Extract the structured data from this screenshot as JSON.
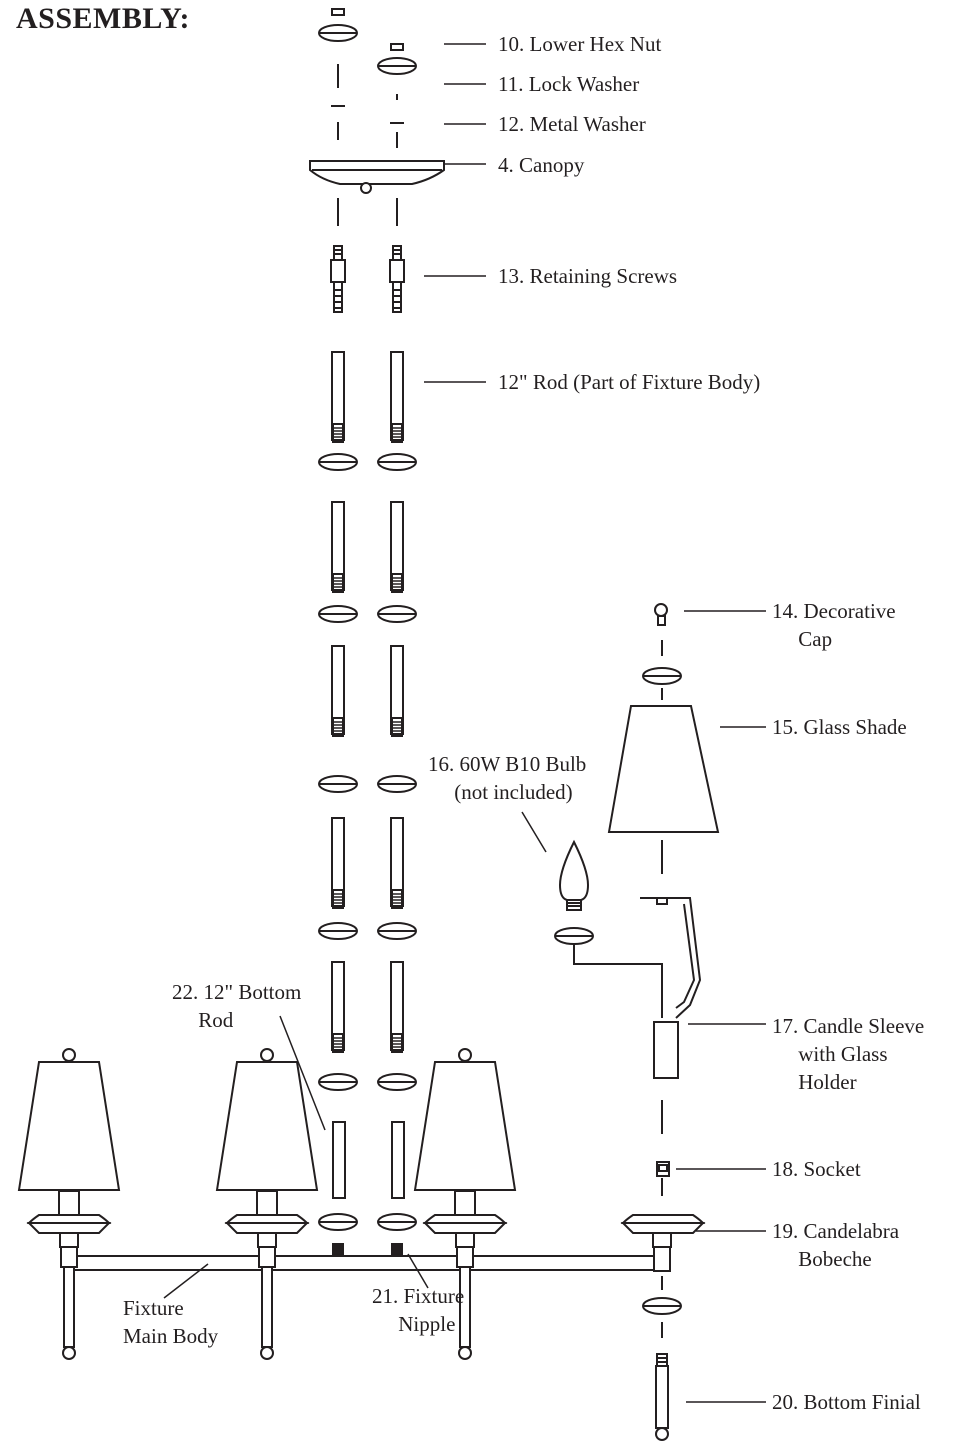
{
  "title": "ASSEMBLY:",
  "parts": {
    "lower_hex_nut": "10. Lower Hex Nut",
    "lock_washer": "11. Lock Washer",
    "metal_washer": "12. Metal Washer",
    "canopy": "4. Canopy",
    "retaining_screws": "13. Retaining Screws",
    "rod": "12\" Rod (Part of Fixture Body)",
    "decorative_cap": "14. Decorative\n     Cap",
    "glass_shade": "15. Glass Shade",
    "bulb": "16. 60W B10 Bulb\n     (not included)",
    "candle_sleeve": "17. Candle Sleeve\n     with Glass\n     Holder",
    "socket": "18. Socket",
    "bobeche": "19. Candelabra\n     Bobeche",
    "bottom_finial": "20. Bottom Finial",
    "fixture_nipple": "21. Fixture\n     Nipple",
    "bottom_rod": "22. 12\" Bottom\n     Rod",
    "fixture_main_body": "Fixture\nMain Body"
  }
}
